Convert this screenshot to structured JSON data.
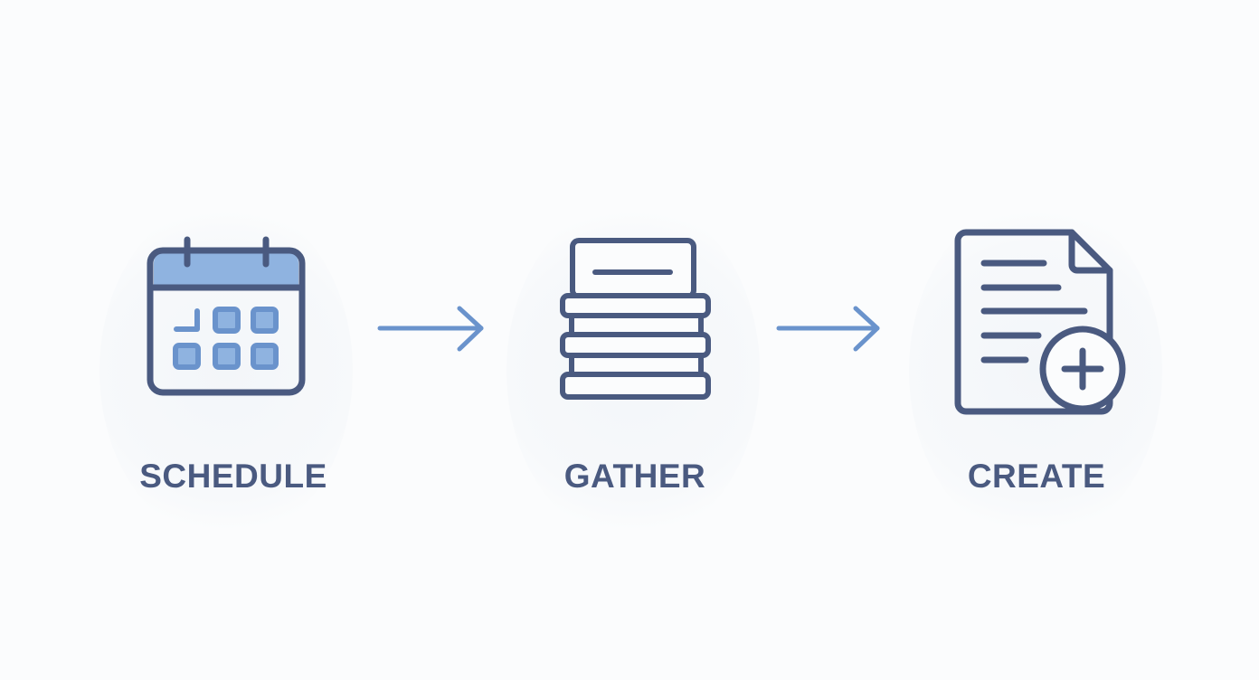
{
  "steps": [
    {
      "label": "SCHEDULE",
      "icon": "calendar-icon"
    },
    {
      "label": "GATHER",
      "icon": "book-stack-icon"
    },
    {
      "label": "CREATE",
      "icon": "document-add-icon"
    }
  ],
  "connectors": [
    "arrow-right-icon",
    "arrow-right-icon"
  ],
  "colors": {
    "primary": "#4a5a80",
    "accent": "#6a93cc",
    "accent_light": "#8fb3e0",
    "background": "#fbfcfd"
  }
}
